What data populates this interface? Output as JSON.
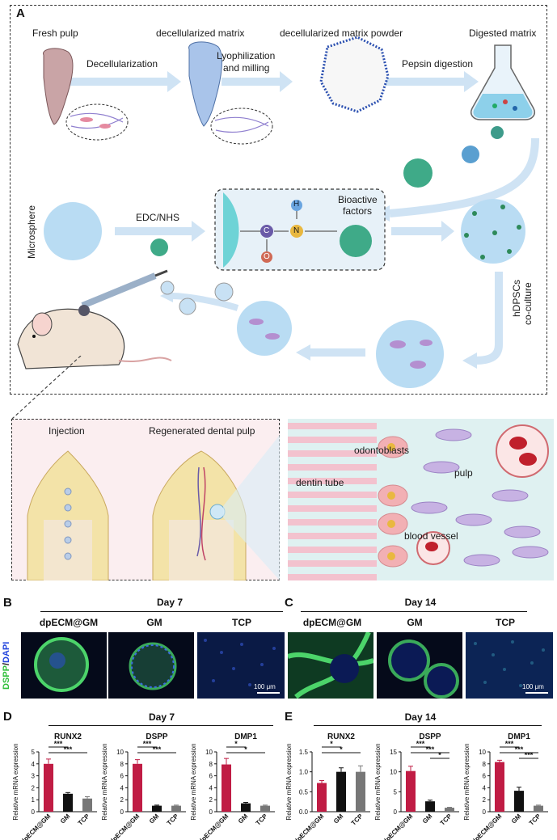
{
  "panelA": {
    "letter": "A",
    "labels": {
      "fresh_pulp": "Fresh pulp",
      "decell_matrix": "decellularized matrix",
      "decell_powder": "decellularized matrix powder",
      "digested": "Digested matrix",
      "decellularization": "Decellularization",
      "lyophilization": "Lyophilization",
      "milling": "and milling",
      "pepsin": "Pepsin digestion",
      "microsphere": "Microsphere",
      "edc": "EDC/NHS",
      "bioactive1": "Bioactive",
      "bioactive2": "factors",
      "atom_h": "H",
      "atom_n": "N",
      "atom_c": "C",
      "atom_o": "O",
      "hdpscs1": "hDPSCs",
      "hdpscs2": "co-culture",
      "injection": "Injection",
      "regenerated": "Regenerated dental pulp",
      "odontoblasts": "odontoblasts",
      "pulp": "pulp",
      "dentin_tube": "dentin tube",
      "blood_vessel": "blood vessel"
    }
  },
  "panelB": {
    "letter": "B",
    "day": "Day 7",
    "titles": [
      "dpECM@GM",
      "GM",
      "TCP"
    ],
    "stain_dspp": "DSPP",
    "stain_sep": "/",
    "stain_dapi": "DAPI",
    "scale": "100 μm"
  },
  "panelC": {
    "letter": "C",
    "day": "Day 14",
    "titles": [
      "dpECM@GM",
      "GM",
      "TCP"
    ],
    "scale": "100 μm"
  },
  "panelD": {
    "letter": "D",
    "day": "Day 7"
  },
  "panelE": {
    "letter": "E",
    "day": "Day 14"
  },
  "colors": {
    "dpECM": "#c01c44",
    "GM": "#111111",
    "TCP": "#777777",
    "dspp_green": "#2fbf3a",
    "dapi_blue": "#2244dd"
  },
  "chart_data": [
    {
      "type": "bar",
      "title": "RUNX2",
      "ylabel": "Relative mRNA expression",
      "categories": [
        "dpECM@GM",
        "GM",
        "TCP"
      ],
      "values": [
        4.0,
        1.5,
        1.1
      ],
      "errors": [
        0.4,
        0.1,
        0.15
      ],
      "ylim": [
        0,
        5
      ],
      "yticks": [
        0,
        1,
        2,
        3,
        4,
        5
      ],
      "sig": [
        {
          "a": 0,
          "b": 1,
          "label": "***"
        },
        {
          "a": 0,
          "b": 2,
          "label": "***"
        }
      ]
    },
    {
      "type": "bar",
      "title": "DSPP",
      "ylabel": "Relative mRNA expression",
      "categories": [
        "dpECM@GM",
        "GM",
        "TCP"
      ],
      "values": [
        8.0,
        1.0,
        1.0
      ],
      "errors": [
        0.7,
        0.1,
        0.1
      ],
      "ylim": [
        0,
        10
      ],
      "yticks": [
        0,
        2,
        4,
        6,
        8,
        10
      ],
      "sig": [
        {
          "a": 0,
          "b": 1,
          "label": "***"
        },
        {
          "a": 0,
          "b": 2,
          "label": "***"
        }
      ]
    },
    {
      "type": "bar",
      "title": "DMP1",
      "ylabel": "Relative mRNA expression",
      "categories": [
        "dpECM@GM",
        "GM",
        "TCP"
      ],
      "values": [
        7.9,
        1.4,
        1.0
      ],
      "errors": [
        1.0,
        0.15,
        0.1
      ],
      "ylim": [
        0,
        10
      ],
      "yticks": [
        0,
        2,
        4,
        6,
        8,
        10
      ],
      "sig": [
        {
          "a": 0,
          "b": 1,
          "label": "*"
        },
        {
          "a": 0,
          "b": 2,
          "label": "*"
        }
      ]
    },
    {
      "type": "bar",
      "title": "RUNX2",
      "ylabel": "Relative mRNA expression",
      "categories": [
        "dpECM@GM",
        "GM",
        "TCP"
      ],
      "values": [
        0.72,
        1.0,
        1.0
      ],
      "errors": [
        0.06,
        0.1,
        0.15
      ],
      "ylim": [
        0,
        1.5
      ],
      "yticks": [
        0.0,
        0.5,
        1.0,
        1.5
      ],
      "sig": [
        {
          "a": 0,
          "b": 1,
          "label": "*"
        },
        {
          "a": 0,
          "b": 2,
          "label": "*"
        }
      ]
    },
    {
      "type": "bar",
      "title": "DSPP",
      "ylabel": "Relative mRNA expression",
      "categories": [
        "dpECM@GM",
        "GM",
        "TCP"
      ],
      "values": [
        10.2,
        2.6,
        1.0
      ],
      "errors": [
        1.2,
        0.3,
        0.1
      ],
      "ylim": [
        0,
        15
      ],
      "yticks": [
        0,
        5,
        10,
        15
      ],
      "sig": [
        {
          "a": 0,
          "b": 1,
          "label": "***"
        },
        {
          "a": 0,
          "b": 2,
          "label": "***"
        },
        {
          "a": 1,
          "b": 2,
          "label": "*"
        }
      ]
    },
    {
      "type": "bar",
      "title": "DMP1",
      "ylabel": "Relative mRNA expression",
      "categories": [
        "dpECM@GM",
        "GM",
        "TCP"
      ],
      "values": [
        8.3,
        3.5,
        1.0
      ],
      "errors": [
        0.3,
        0.6,
        0.1
      ],
      "ylim": [
        0,
        10
      ],
      "yticks": [
        0,
        2,
        4,
        6,
        8,
        10
      ],
      "sig": [
        {
          "a": 0,
          "b": 1,
          "label": "***"
        },
        {
          "a": 0,
          "b": 2,
          "label": "***"
        },
        {
          "a": 1,
          "b": 2,
          "label": "***"
        }
      ]
    }
  ]
}
